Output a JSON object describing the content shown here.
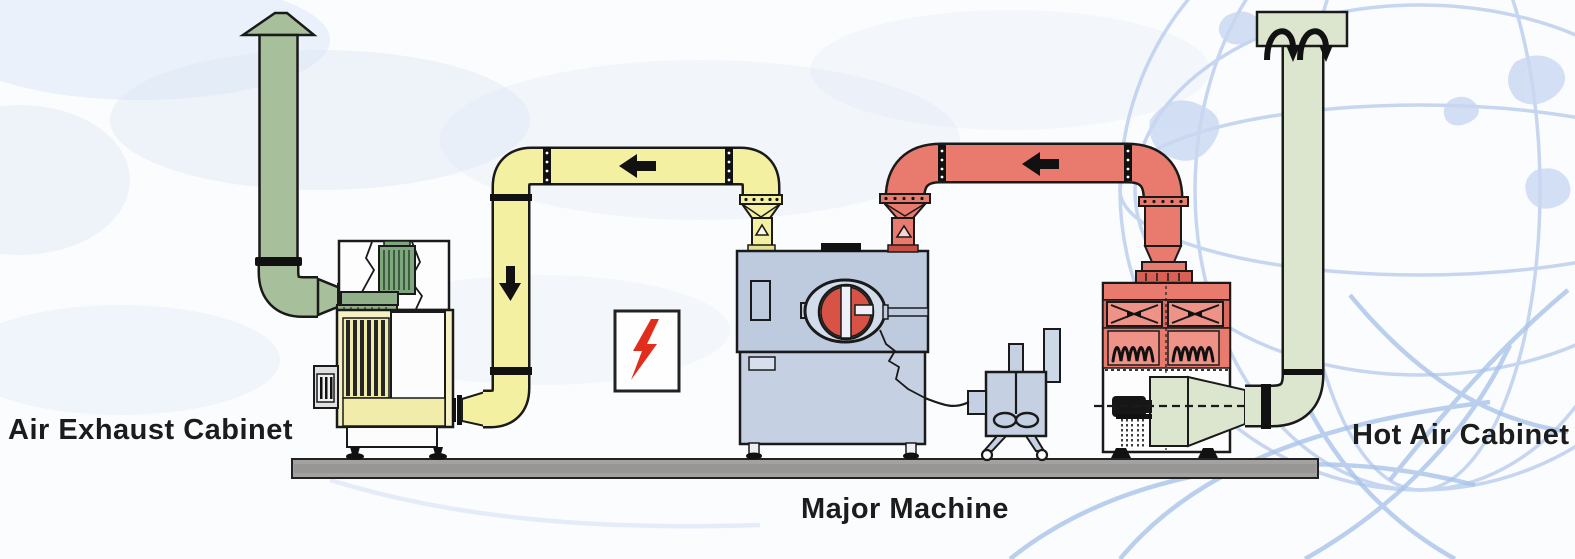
{
  "diagram": {
    "type": "equipment-airflow-diagram",
    "labels": {
      "air_exhaust_cabinet": "Air Exhaust Cabinet",
      "major_machine": "Major Machine",
      "hot_air_cabinet": "Hot Air Cabinet"
    },
    "components": [
      {
        "id": "air-exhaust-cabinet",
        "label_key": "air_exhaust_cabinet"
      },
      {
        "id": "major-machine",
        "label_key": "major_machine"
      },
      {
        "id": "hot-air-cabinet",
        "label_key": "hot_air_cabinet"
      },
      {
        "id": "mixing-tank",
        "label_key": null
      },
      {
        "id": "electrical-hazard-sign",
        "label_key": null
      }
    ],
    "flow_arrows": {
      "yellow_duct": [
        "left",
        "down"
      ],
      "red_duct": [
        "left"
      ],
      "intake_cap": [
        "down",
        "down"
      ]
    },
    "icons": {
      "flow_arrow_left": "◀",
      "flow_arrow_down": "▼",
      "air_intake_arrows": "curved-down-arrows",
      "lightning_bolt": "⚡"
    },
    "colors": {
      "outline": "#1a1a1a",
      "duct_yellow": "#f4f0a2",
      "duct_red": "#e87a6e",
      "stack_green": "#a7bf9a",
      "intake_green": "#dce5cd",
      "machine_blue": "#becbdf",
      "coating_pan_red": "#d85246",
      "motor_green": "#7ea77e",
      "filter_yellow": "#f2ecab",
      "base_gray": "#a3a2a0",
      "hazard_red": "#e22d1c",
      "background_globe_blue": "#bdd0ee",
      "label_text": "#1c1c1c"
    }
  }
}
